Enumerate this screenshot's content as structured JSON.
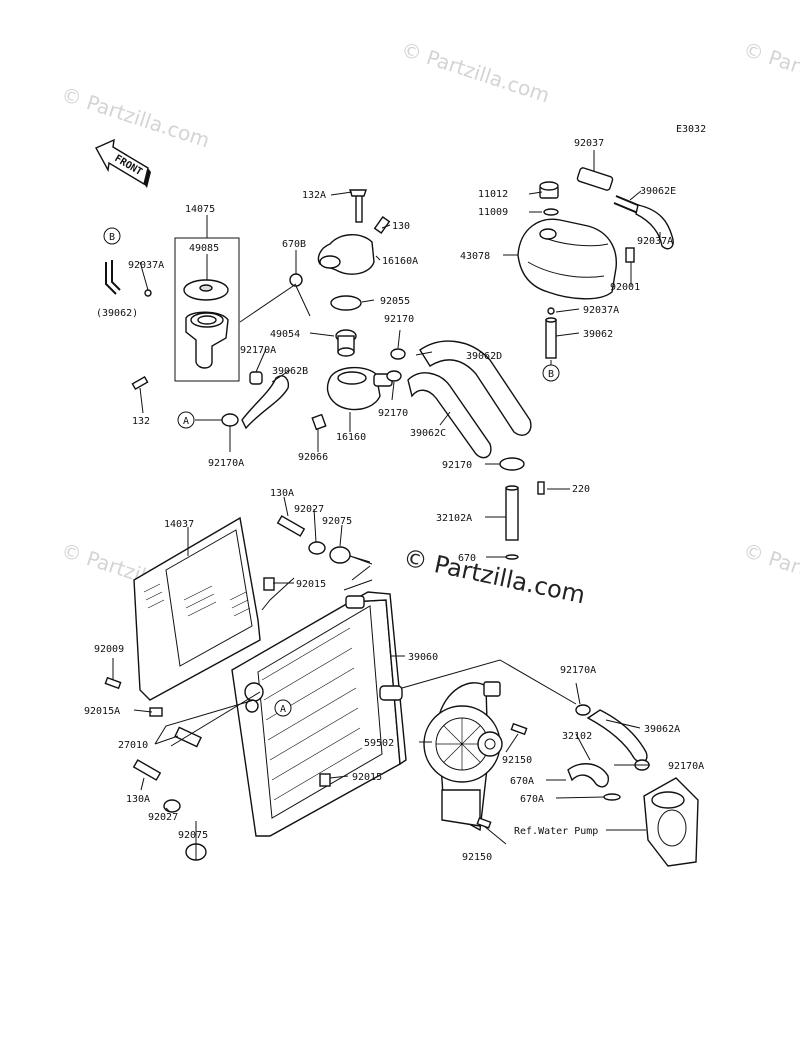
{
  "diagram_code": "E3032",
  "front_label": "FRONT",
  "watermarks": {
    "small": "© Partzilla.com",
    "center": "© Partzilla.com"
  },
  "refs": {
    "a": "A",
    "b": "B"
  },
  "callouts": {
    "p92037": "92037",
    "p39062E": "39062E",
    "p11012": "11012",
    "p11009": "11009",
    "p43078": "43078",
    "p92037A_r": "92037A",
    "p92001": "92001",
    "p92037A_r2": "92037A",
    "p39062_r": "39062",
    "p132A_top": "132A",
    "p130_top": "130",
    "p16160A": "16160A",
    "p14075": "14075",
    "p49085": "49085",
    "p670B": "670B",
    "p92037A_l": "92037A",
    "p39062_l": "(39062)",
    "p92055": "92055",
    "p49054": "49054",
    "p92170_a": "92170",
    "p92170A_l": "92170A",
    "p39062B": "39062B",
    "p39062D": "39062D",
    "p132": "132",
    "p92170_b": "92170",
    "p16160": "16160",
    "p39062C": "39062C",
    "p92066": "92066",
    "p92170A_b": "92170A",
    "p92170_c": "92170",
    "p220": "220",
    "p32102A": "32102A",
    "p670": "670",
    "p130A_top": "130A",
    "p92027_top": "92027",
    "p92075_top": "92075",
    "p14037": "14037",
    "p92015_top": "92015",
    "p39060": "39060",
    "p92009": "92009",
    "p92015A": "92015A",
    "p27010": "27010",
    "p130A_bot": "130A",
    "p92027_bot": "92027",
    "p92075_bot": "92075",
    "p92015_bot": "92015",
    "p59502": "59502",
    "p92150_a": "92150",
    "p92150_b": "92150",
    "p92170A_r": "92170A",
    "p39062A": "39062A",
    "p32102": "32102",
    "p92170A_r2": "92170A",
    "p670A_a": "670A",
    "p670A_b": "670A",
    "pRef": "Ref.Water Pump"
  }
}
